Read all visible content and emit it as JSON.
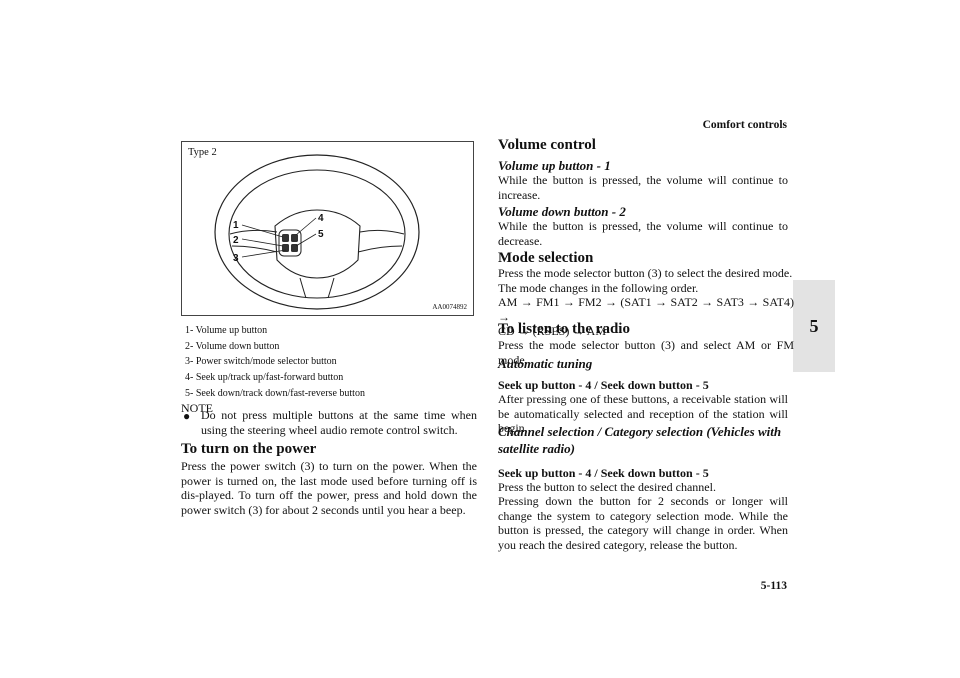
{
  "header": {
    "title": "Comfort controls",
    "page_number": "5-113"
  },
  "side_tab": {
    "label": "5"
  },
  "figure": {
    "type_label": "Type 2",
    "code": "AA0074892",
    "callouts": [
      "1",
      "2",
      "3",
      "4",
      "5"
    ]
  },
  "legend": [
    "1-  Volume up button",
    "2-  Volume down button",
    "3-  Power switch/mode selector button",
    "4-  Seek up/track up/fast-forward button",
    "5-  Seek down/track down/fast-reverse button"
  ],
  "note": {
    "label": "NOTE",
    "text": "Do not press multiple buttons at the same time when using the steering wheel audio remote control switch."
  },
  "power": {
    "heading": "To turn on the power",
    "text": "Press the power switch (3) to turn on the power. When the power is turned on, the last mode used before turning off is dis-played. To turn off the power, press and hold down the power switch (3) for about 2 seconds until you hear a beep."
  },
  "volume": {
    "heading": "Volume control",
    "up_heading": "Volume up button - 1",
    "up_text": "While the button is pressed, the volume will continue to increase.",
    "down_heading": "Volume down button - 2",
    "down_text": "While the button is pressed, the volume will continue to decrease."
  },
  "mode": {
    "heading": "Mode selection",
    "line1": "Press the mode selector button (3) to select the desired mode.",
    "line2": "The mode changes in the following order.",
    "line3": "AM → FM1 → FM2 → (SAT1 → SAT2 → SAT3 → SAT4) →",
    "line4": "CD → (RSES) → AM"
  },
  "radio": {
    "heading": "To listen to the radio",
    "text": "Press the mode selector button (3) and select AM or FM mode."
  },
  "auto_tuning": {
    "heading": "Automatic tuning",
    "subheading": "Seek up button - 4 / Seek down button - 5",
    "text": "After pressing one of these buttons, a receivable station will be automatically selected and reception of the station will begin."
  },
  "channel": {
    "heading_line1": "Channel selection / Category selection (Vehicles with",
    "heading_line2": "satellite radio)",
    "subheading": "Seek up button - 4 / Seek down button - 5",
    "line1": "Press the button to select the desired channel.",
    "text": "Pressing down the button for 2 seconds or longer will change the system to category selection mode. While the button is pressed, the category will change in order. When you reach the desired category, release the button."
  }
}
